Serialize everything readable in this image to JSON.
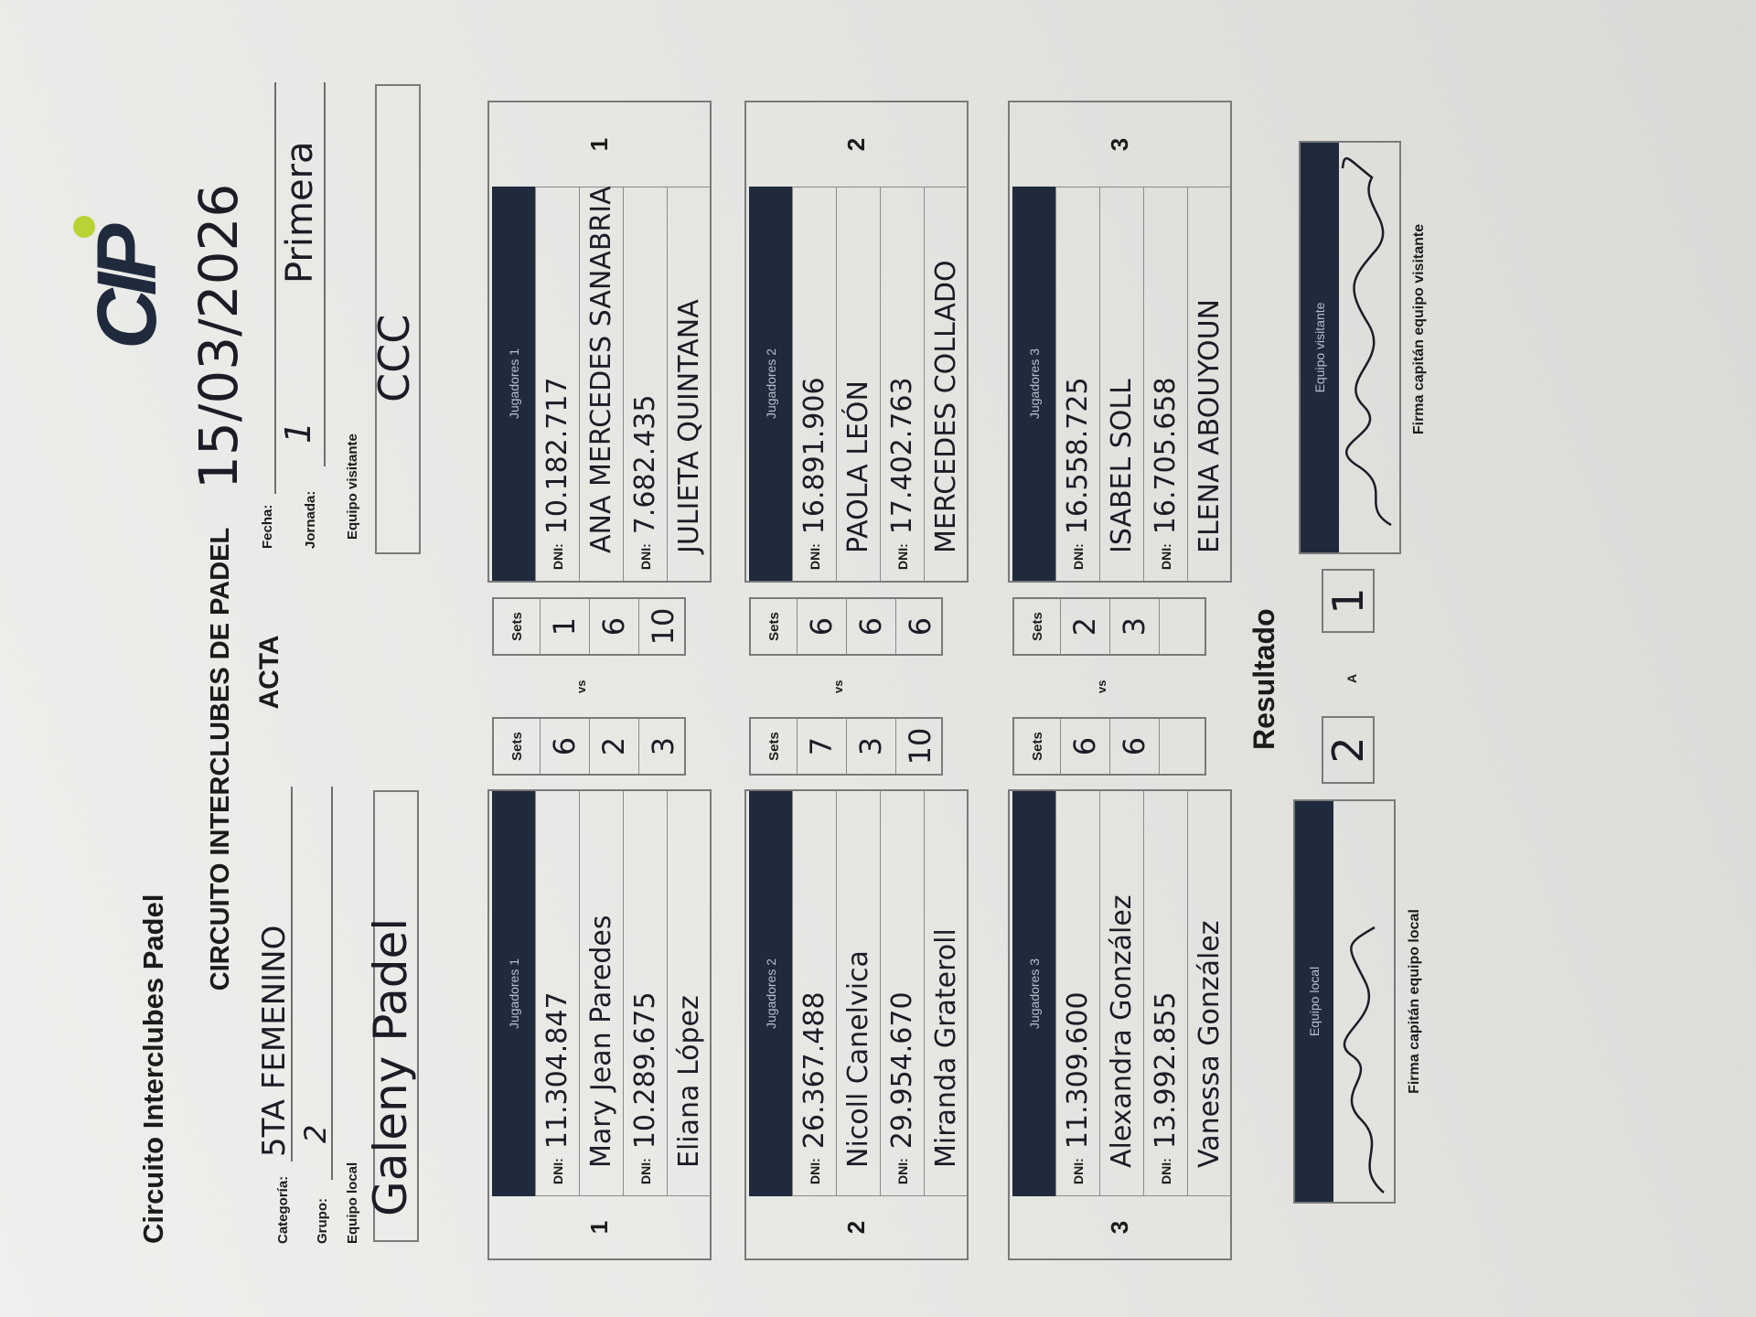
{
  "header": {
    "logo_text": "CIP",
    "org_title": "Circuito Interclubes Padel",
    "main_title": "CIRCUITO INTERCLUBES DE PADEL",
    "subtitle": "ACTA"
  },
  "fields": {
    "categoria": {
      "label": "Categoría:",
      "value": "5TA FEMENINO"
    },
    "grupo": {
      "label": "Grupo:",
      "value": "2"
    },
    "fecha": {
      "label": "Fecha:",
      "value": "15/03/2026"
    },
    "jornada": {
      "label": "Jornada:",
      "value": "1",
      "extra": "Primera"
    },
    "equipo_local": {
      "label": "Equipo local",
      "value": "Galeny Padel"
    },
    "equipo_visitante": {
      "label": "Equipo visitante",
      "value": "CCC"
    }
  },
  "dni_label": "DNI:",
  "sets_label": "Sets",
  "vs_label": "vs",
  "matches": [
    {
      "number": "1",
      "local": {
        "header": "Jugadores 1",
        "players": [
          {
            "dni": "11.304.847",
            "name": "Mary Jean Paredes"
          },
          {
            "dni": "10.289.675",
            "name": "Eliana López"
          }
        ],
        "sets": [
          "6",
          "2",
          "3"
        ]
      },
      "visitor": {
        "header": "Jugadores 1",
        "players": [
          {
            "dni": "10.182.717",
            "name": "ANA MERCEDES SANABRIA"
          },
          {
            "dni": "7.682.435",
            "name": "JULIETA QUINTANA"
          }
        ],
        "sets": [
          "1",
          "6",
          "10"
        ]
      }
    },
    {
      "number": "2",
      "local": {
        "header": "Jugadores 2",
        "players": [
          {
            "dni": "",
            "name": "Nicoll Canelvica"
          },
          {
            "dni": "29.954.670",
            "name": "Miranda Grateroll"
          }
        ],
        "sets": [
          "7",
          "3",
          "10"
        ],
        "extra_dni": "26.367.488"
      },
      "visitor": {
        "header": "Jugadores 2",
        "players": [
          {
            "dni": "16.891.906",
            "name": "PAOLA LEÓN"
          },
          {
            "dni": "17.402.763",
            "name": "MERCEDES COLLADO"
          }
        ],
        "sets": [
          "6",
          "6",
          "6"
        ]
      }
    },
    {
      "number": "3",
      "local": {
        "header": "Jugadores 3",
        "players": [
          {
            "dni": "11.309.600",
            "name": "Alexandra González"
          },
          {
            "dni": "13.992.855",
            "name": "Vanessa González"
          }
        ],
        "sets": [
          "6",
          "6",
          ""
        ]
      },
      "visitor": {
        "header": "Jugadores 3",
        "players": [
          {
            "dni": "16.558.725",
            "name": "ISABEL SOLL"
          },
          {
            "dni": "16.705.658",
            "name": "ELENA ABOUYOUN"
          }
        ],
        "sets": [
          "2",
          "3",
          ""
        ]
      }
    }
  ],
  "result": {
    "title": "Resultado",
    "local": "2",
    "separator": "A",
    "visitor": "1"
  },
  "signatures": {
    "local": {
      "header": "Equipo local",
      "caption": "Firma capitán equipo local"
    },
    "visitor": {
      "header": "Equipo visitante",
      "caption": "Firma capitán equipo visitante"
    }
  },
  "colors": {
    "header_dark": "#1f2a3d",
    "paper": "#e6e6e3",
    "ink": "#1c1c26",
    "logo_green": "#b7d334"
  }
}
